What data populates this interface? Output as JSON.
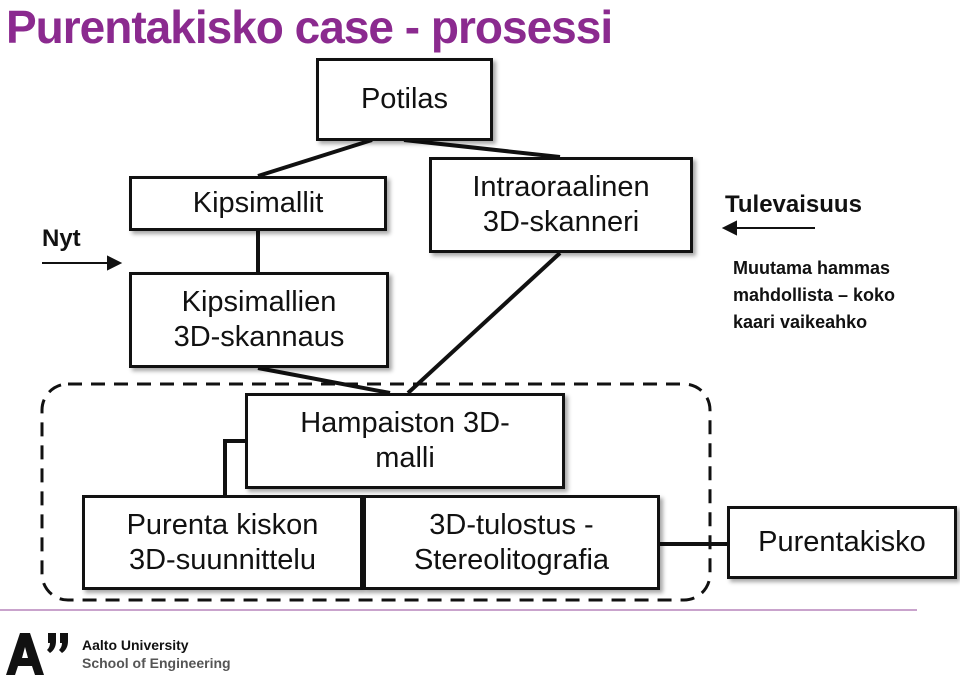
{
  "title": "Purentakisko case - prosessi",
  "nodes": {
    "potilas": "Potilas",
    "kipsimallit": "Kipsimallit",
    "kipsimallien_skannaus": "Kipsimallien\n3D-skannaus",
    "intraoraalinen": "Intraoraalinen\n3D-skanneri",
    "hampaiston_malli": "Hampaiston 3D-\nmalli",
    "purenta_suunnittelu": "Purenta kiskon\n3D-suunnittelu",
    "tulostus": "3D-tulostus -\nStereolitografia",
    "purentakisko": "Purentakisko"
  },
  "labels": {
    "nyt": "Nyt",
    "tulevaisuus": "Tulevaisuus",
    "note": "Muutama hammas\nmahdollista – koko\nkaari vaikeahko"
  },
  "footer": {
    "university": "Aalto University",
    "school": "School of Engineering"
  },
  "colors": {
    "title": "#8b2a8f",
    "footer_line": "#c9a3cc"
  }
}
